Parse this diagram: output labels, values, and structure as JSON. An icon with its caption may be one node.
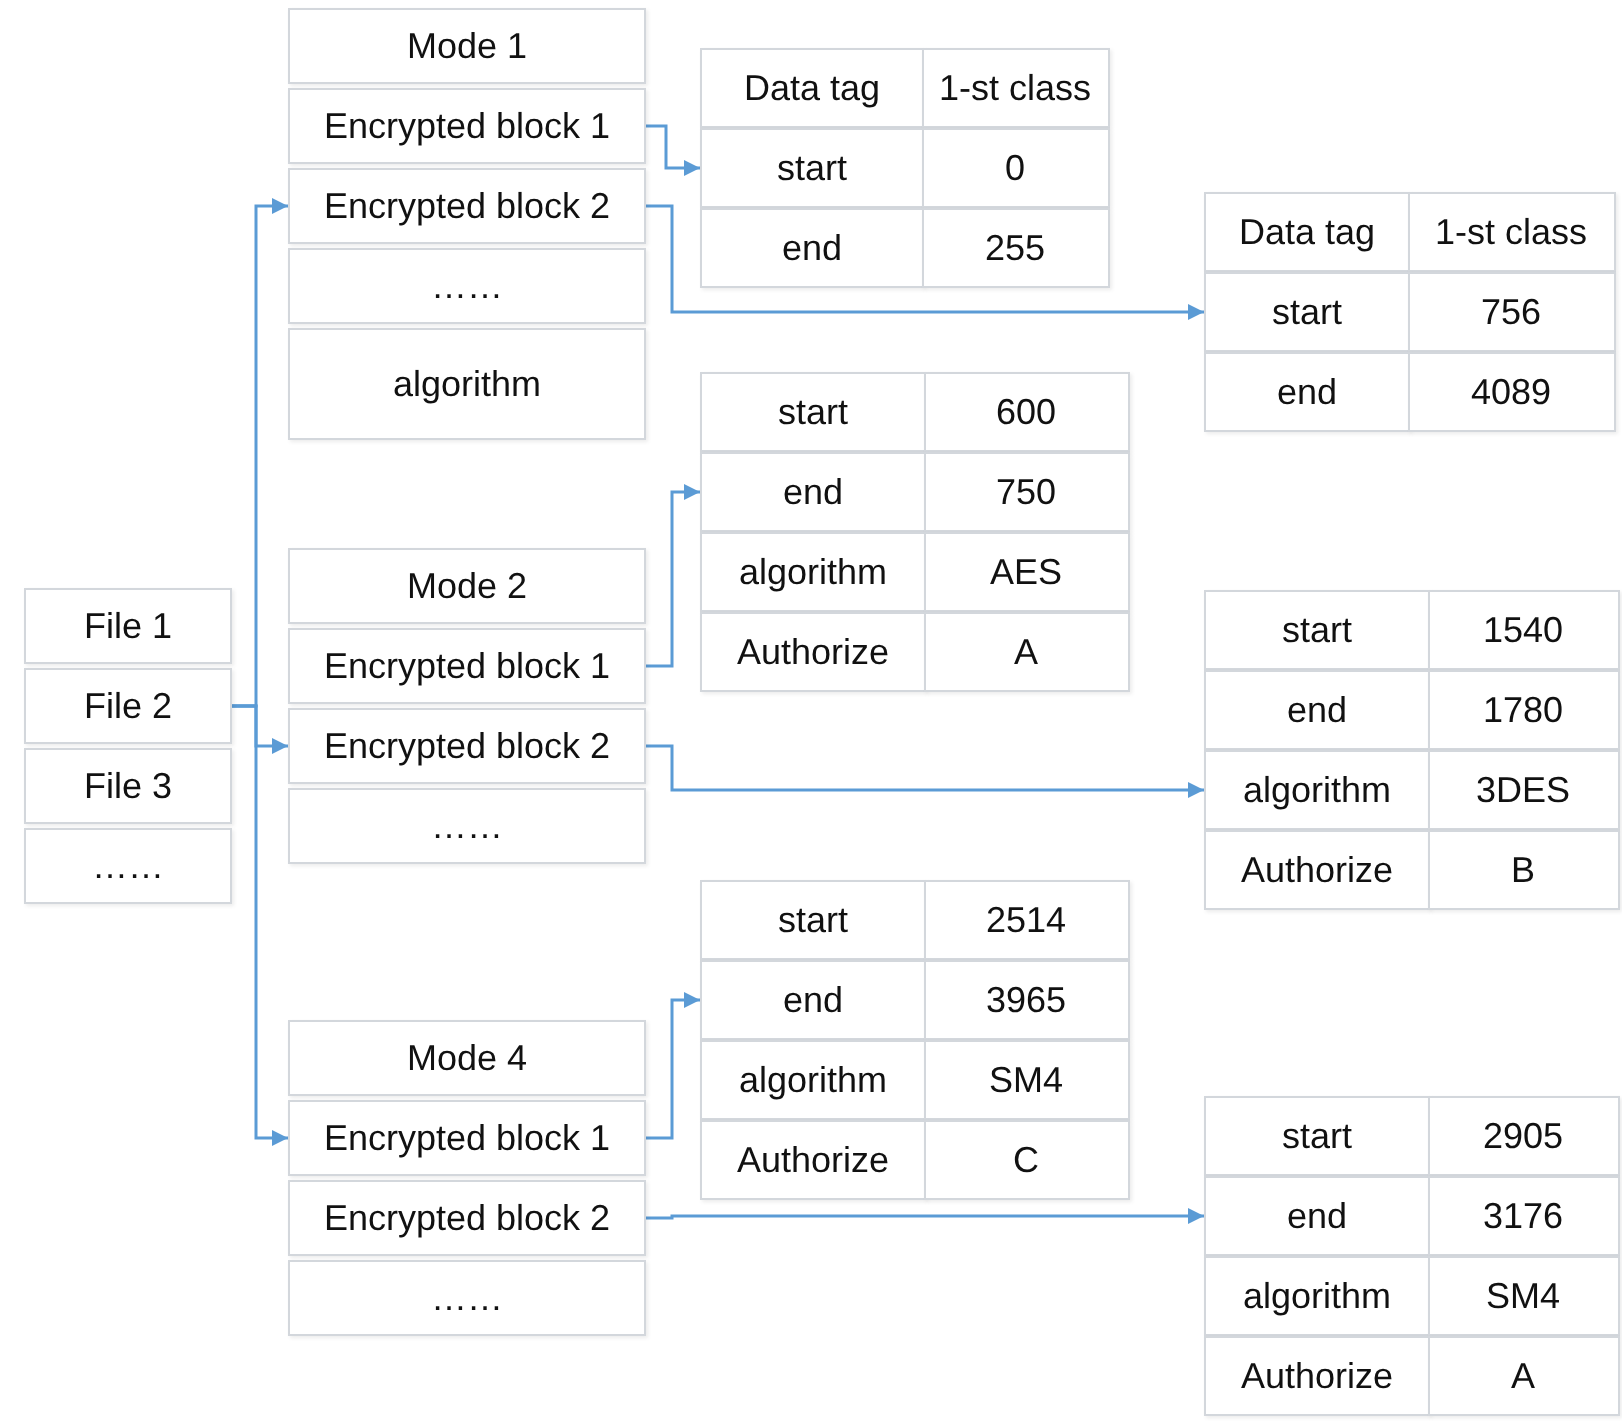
{
  "diagram": {
    "nodes": [
      {
        "text": [
          "File 1"
        ]
      },
      {
        "text": [
          "File 2"
        ]
      },
      {
        "text": [
          "File 3"
        ]
      },
      {
        "text": [
          "……"
        ]
      },
      {
        "text": [
          "Mode 1"
        ]
      },
      {
        "text": [
          "Encrypted block 1"
        ]
      },
      {
        "text": [
          "Encrypted block 2"
        ]
      },
      {
        "text": [
          "……"
        ]
      },
      {
        "text": [
          "algorithm"
        ]
      },
      {
        "text": [
          "Mode 2"
        ]
      },
      {
        "text": [
          "Encrypted block 1"
        ]
      },
      {
        "text": [
          "Encrypted block 2"
        ]
      },
      {
        "text": [
          "……"
        ]
      },
      {
        "text": [
          "Mode 4"
        ]
      },
      {
        "text": [
          "Encrypted block 1"
        ]
      },
      {
        "text": [
          "Encrypted block 2"
        ]
      },
      {
        "text": [
          "……"
        ]
      },
      {
        "text": [
          "Data tag"
        ]
      },
      {
        "text": [
          "1-st class"
        ]
      },
      {
        "text": [
          "start"
        ]
      },
      {
        "text": [
          "0"
        ]
      },
      {
        "text": [
          "end"
        ]
      },
      {
        "text": [
          "255"
        ]
      },
      {
        "text": [
          "Data tag"
        ]
      },
      {
        "text": [
          "1-st class"
        ]
      },
      {
        "text": [
          "start"
        ]
      },
      {
        "text": [
          "756"
        ]
      },
      {
        "text": [
          "end"
        ]
      },
      {
        "text": [
          "4089"
        ]
      },
      {
        "text": [
          "start"
        ]
      },
      {
        "text": [
          "600"
        ]
      },
      {
        "text": [
          "end"
        ]
      },
      {
        "text": [
          "750"
        ]
      },
      {
        "text": [
          "algorithm"
        ]
      },
      {
        "text": [
          "AES"
        ]
      },
      {
        "text": [
          "Authorize"
        ]
      },
      {
        "text": [
          "A"
        ]
      },
      {
        "text": [
          "start"
        ]
      },
      {
        "text": [
          "1540"
        ]
      },
      {
        "text": [
          "end"
        ]
      },
      {
        "text": [
          "1780"
        ]
      },
      {
        "text": [
          "algorithm"
        ]
      },
      {
        "text": [
          "3DES"
        ]
      },
      {
        "text": [
          "Authorize"
        ]
      },
      {
        "text": [
          "B"
        ]
      },
      {
        "text": [
          "start"
        ]
      },
      {
        "text": [
          "2514"
        ]
      },
      {
        "text": [
          "end"
        ]
      },
      {
        "text": [
          "3965"
        ]
      },
      {
        "text": [
          "algorithm"
        ]
      },
      {
        "text": [
          "SM4"
        ]
      },
      {
        "text": [
          "Authorize"
        ]
      },
      {
        "text": [
          "C"
        ]
      },
      {
        "text": [
          "start"
        ]
      },
      {
        "text": [
          "2905"
        ]
      },
      {
        "text": [
          "end"
        ]
      },
      {
        "text": [
          "3176"
        ]
      },
      {
        "text": [
          "algorithm"
        ]
      },
      {
        "text": [
          "SM4"
        ]
      },
      {
        "text": [
          "Authorize"
        ]
      },
      {
        "text": [
          "A"
        ]
      }
    ],
    "edges": [
      {
        "from": 1,
        "to": 6,
        "arrow": "to"
      },
      {
        "from": 1,
        "to": 11,
        "arrow": "to"
      },
      {
        "from": 1,
        "to": 14,
        "arrow": "to"
      },
      {
        "from": 5,
        "to": 19,
        "arrow": "to"
      },
      {
        "from": 6,
        "to": 25,
        "arrow": "to"
      },
      {
        "from": 10,
        "to": 31,
        "arrow": "to"
      },
      {
        "from": 11,
        "to": 41,
        "arrow": "to"
      },
      {
        "from": 14,
        "to": 47,
        "arrow": "to"
      },
      {
        "from": 15,
        "to": 55,
        "arrow": "to"
      }
    ]
  }
}
